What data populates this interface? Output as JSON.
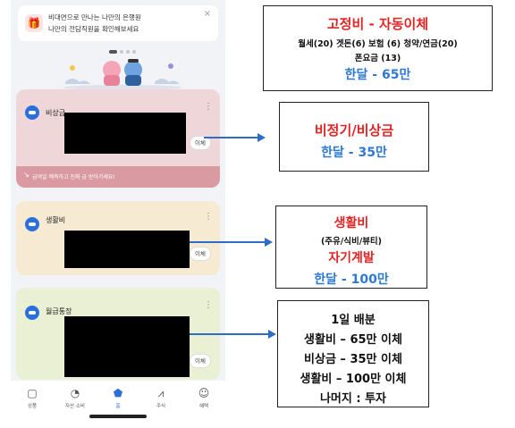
{
  "phone": {
    "banner": {
      "line1": "비대면으로 만나는 나만의 은행원",
      "line2": "나만의 전담직원을 확인해보세요",
      "close": "×"
    },
    "cards": [
      {
        "name": "비상금",
        "transfer": "이체",
        "more": "⋮",
        "footer": "급여일 예측하고 진짜 급 받아가세요!"
      },
      {
        "name": "생활비",
        "transfer": "이체",
        "more": "⋮"
      },
      {
        "name": "월급통장",
        "transfer": "이체",
        "more": "⋮"
      }
    ],
    "tabs": [
      {
        "label": "상품",
        "icon": "product-icon"
      },
      {
        "label": "자산·소비",
        "icon": "pie-chart-icon"
      },
      {
        "label": "홈",
        "icon": "home-icon"
      },
      {
        "label": "주식",
        "icon": "stock-chart-icon"
      },
      {
        "label": "혜택",
        "icon": "benefit-icon"
      }
    ]
  },
  "notes": {
    "fixed": {
      "title": "고정비 - 자동이체",
      "detail1": "월세(20) 겟돈(6) 보험 (6) 청약/연금(20)",
      "detail2": "폰요금 (13)",
      "monthly": "한달 - 65만"
    },
    "emergency": {
      "title": "비정기/비상금",
      "monthly": "한달 - 35만"
    },
    "living": {
      "title": "생활비",
      "detail": "(주유/식비/뷰티)",
      "extra": "자기계발",
      "monthly": "한달 - 100만"
    },
    "daily": {
      "title": "1일 배분",
      "line1": "생활비 – 65만 이체",
      "line2": "비상금 – 35만 이체",
      "line3": "생활비 – 100만 이체",
      "line4": "나머지 : 투자"
    }
  }
}
